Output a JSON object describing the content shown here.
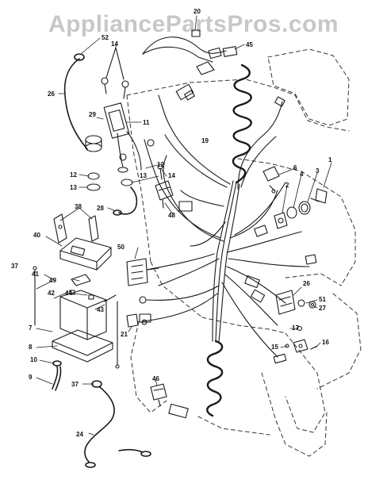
{
  "watermark": "AppliancePartsPros.com",
  "colors": {
    "ink": "#1a1a1a",
    "dash": "#333333",
    "watermark": "#c8c8c8"
  },
  "parts": [
    {
      "name": "part-20",
      "number": "20"
    },
    {
      "name": "part-52",
      "number": "52"
    },
    {
      "name": "part-14-top",
      "number": "14"
    },
    {
      "name": "part-45",
      "number": "45"
    },
    {
      "name": "part-26",
      "number": "26"
    },
    {
      "name": "part-29",
      "number": "29"
    },
    {
      "name": "part-11",
      "number": "11"
    },
    {
      "name": "part-19",
      "number": "19"
    },
    {
      "name": "part-1",
      "number": "1"
    },
    {
      "name": "part-6",
      "number": "6"
    },
    {
      "name": "part-3",
      "number": "3"
    },
    {
      "name": "part-4",
      "number": "4"
    },
    {
      "name": "part-2",
      "number": "2"
    },
    {
      "name": "part-12-left",
      "number": "12"
    },
    {
      "name": "part-12-right",
      "number": "12"
    },
    {
      "name": "part-13-left",
      "number": "13"
    },
    {
      "name": "part-13-right",
      "number": "13"
    },
    {
      "name": "part-14-mid",
      "number": "14"
    },
    {
      "name": "part-48",
      "number": "48"
    },
    {
      "name": "part-28",
      "number": "28"
    },
    {
      "name": "part-38",
      "number": "38"
    },
    {
      "name": "part-40",
      "number": "40"
    },
    {
      "name": "part-37-left",
      "number": "37"
    },
    {
      "name": "part-41",
      "number": "41"
    },
    {
      "name": "part-49",
      "number": "49"
    },
    {
      "name": "part-50",
      "number": "50"
    },
    {
      "name": "part-42",
      "number": "42"
    },
    {
      "name": "part-44",
      "number": "44"
    },
    {
      "name": "part-43",
      "number": "43"
    },
    {
      "name": "part-7",
      "number": "7"
    },
    {
      "name": "part-8",
      "number": "8"
    },
    {
      "name": "part-10",
      "number": "10"
    },
    {
      "name": "part-9",
      "number": "9"
    },
    {
      "name": "part-21",
      "number": "21"
    },
    {
      "name": "part-26-right",
      "number": "26"
    },
    {
      "name": "part-51",
      "number": "51"
    },
    {
      "name": "part-27",
      "number": "27"
    },
    {
      "name": "part-17",
      "number": "17"
    },
    {
      "name": "part-15",
      "number": "15"
    },
    {
      "name": "part-16",
      "number": "16"
    },
    {
      "name": "part-37-bottom",
      "number": "37"
    },
    {
      "name": "part-46",
      "number": "46"
    },
    {
      "name": "part-24",
      "number": "24"
    }
  ]
}
